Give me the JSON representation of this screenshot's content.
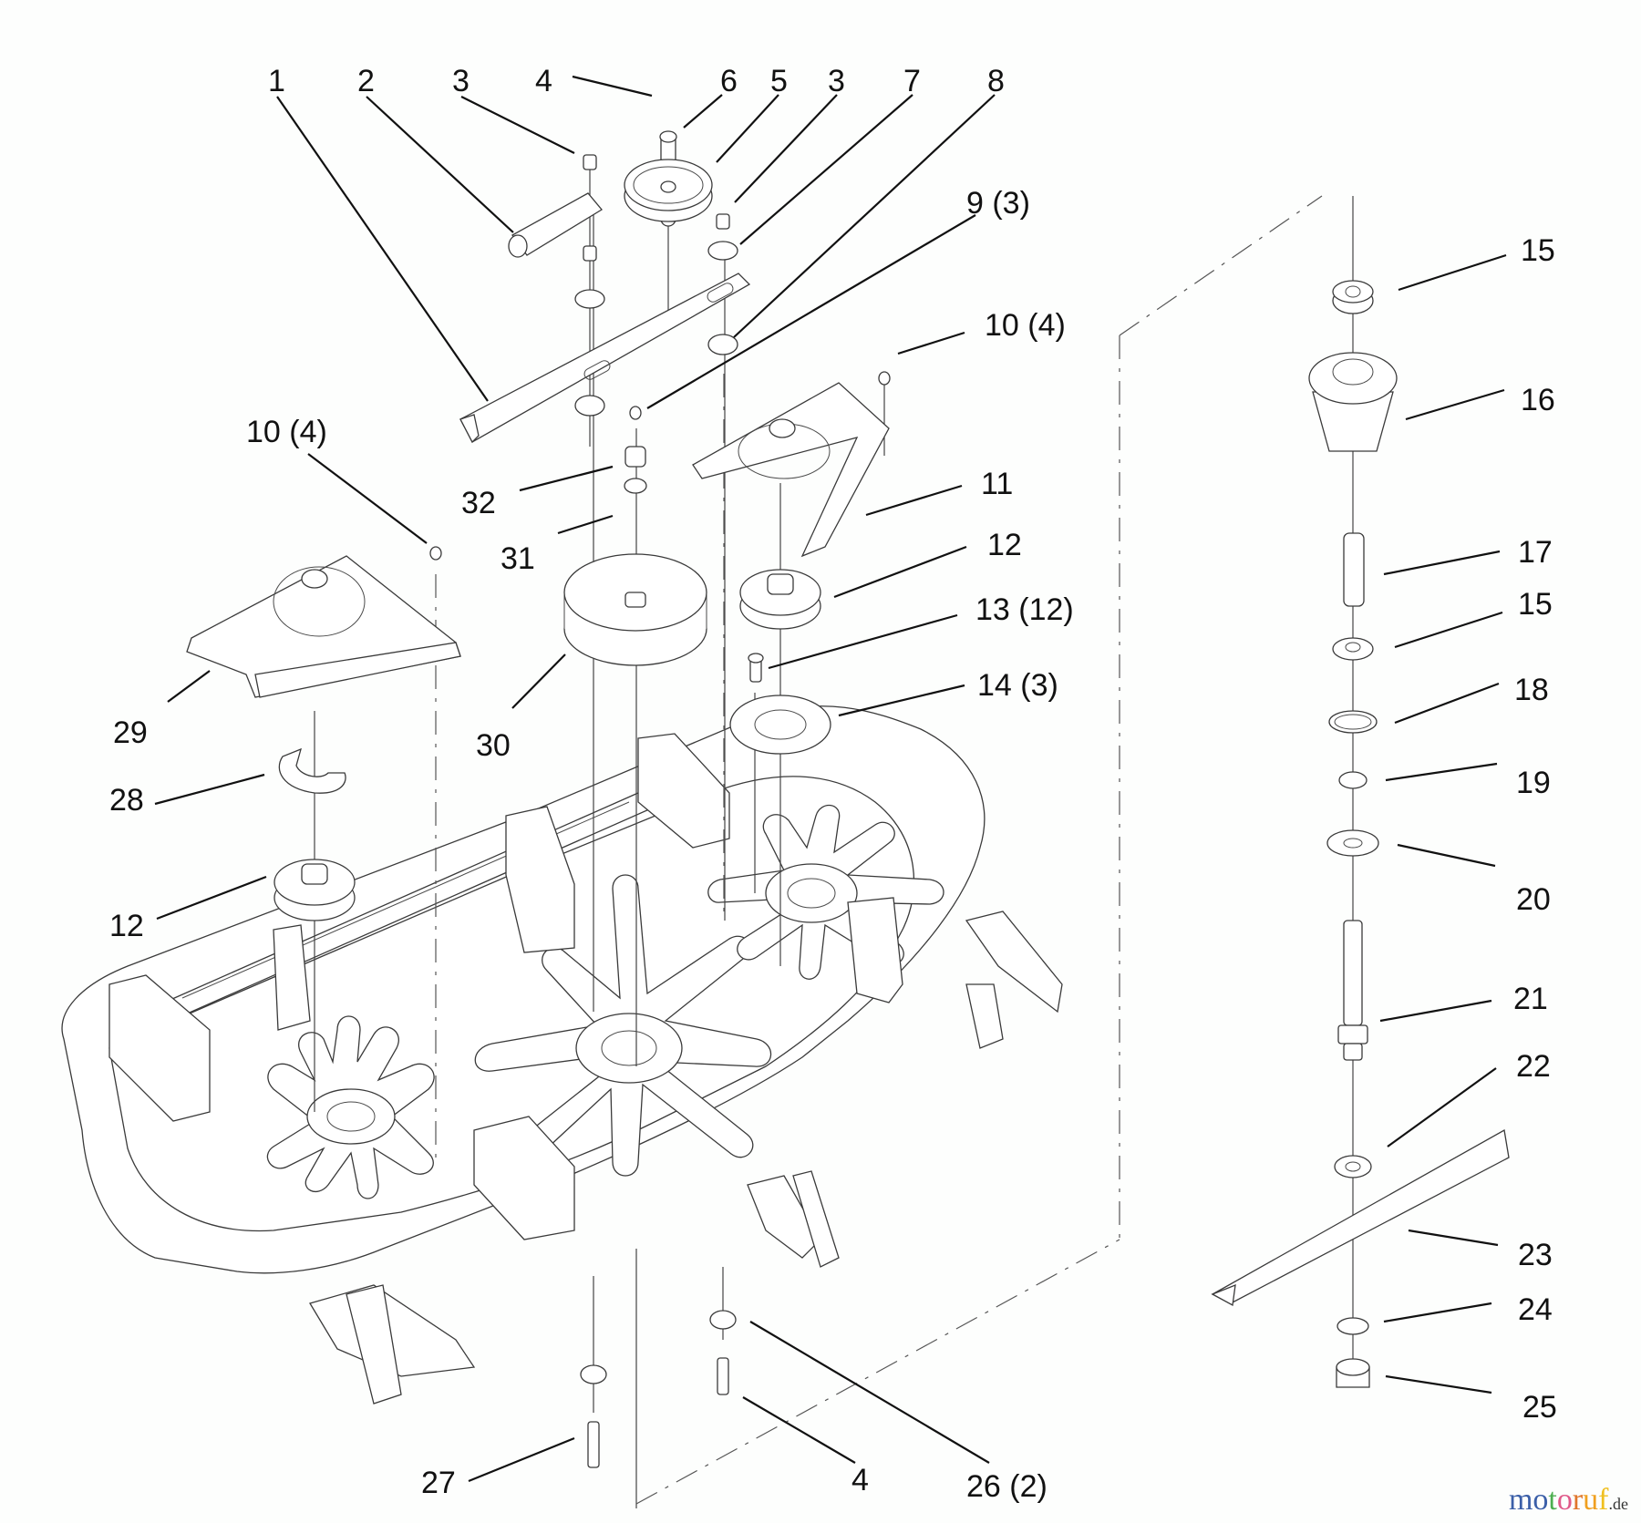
{
  "diagram": {
    "title": "Mower deck exploded parts view",
    "callouts": [
      {
        "id": "c1",
        "text": "1"
      },
      {
        "id": "c2",
        "text": "2"
      },
      {
        "id": "c3a",
        "text": "3"
      },
      {
        "id": "c4a",
        "text": "4"
      },
      {
        "id": "c6",
        "text": "6"
      },
      {
        "id": "c5",
        "text": "5"
      },
      {
        "id": "c3b",
        "text": "3"
      },
      {
        "id": "c7",
        "text": "7"
      },
      {
        "id": "c8",
        "text": "8"
      },
      {
        "id": "c9",
        "text": "9 (3)"
      },
      {
        "id": "c10a",
        "text": "10 (4)"
      },
      {
        "id": "c10b",
        "text": "10 (4)"
      },
      {
        "id": "c11",
        "text": "11"
      },
      {
        "id": "c12a",
        "text": "12"
      },
      {
        "id": "c13",
        "text": "13 (12)"
      },
      {
        "id": "c14",
        "text": "14  (3)"
      },
      {
        "id": "c32",
        "text": "32"
      },
      {
        "id": "c31",
        "text": "31"
      },
      {
        "id": "c30",
        "text": "30"
      },
      {
        "id": "c29",
        "text": "29"
      },
      {
        "id": "c28",
        "text": "28"
      },
      {
        "id": "c12b",
        "text": "12"
      },
      {
        "id": "c15a",
        "text": "15"
      },
      {
        "id": "c16",
        "text": "16"
      },
      {
        "id": "c17",
        "text": "17"
      },
      {
        "id": "c15b",
        "text": "15"
      },
      {
        "id": "c18",
        "text": "18"
      },
      {
        "id": "c19",
        "text": "19"
      },
      {
        "id": "c20",
        "text": "20"
      },
      {
        "id": "c21",
        "text": "21"
      },
      {
        "id": "c22",
        "text": "22"
      },
      {
        "id": "c23",
        "text": "23"
      },
      {
        "id": "c24",
        "text": "24"
      },
      {
        "id": "c25",
        "text": "25"
      },
      {
        "id": "c27",
        "text": "27"
      },
      {
        "id": "c4b",
        "text": "4"
      },
      {
        "id": "c26",
        "text": "26 (2)"
      }
    ]
  },
  "watermark": {
    "letters": [
      "m",
      "o",
      "t",
      "o",
      "r",
      "u",
      "f"
    ],
    "colors": [
      "#3b5fa8",
      "#3b5fa8",
      "#4caf50",
      "#e05a8a",
      "#e0752a",
      "#f0a020",
      "#f0c020"
    ],
    "suffix": ".de"
  }
}
